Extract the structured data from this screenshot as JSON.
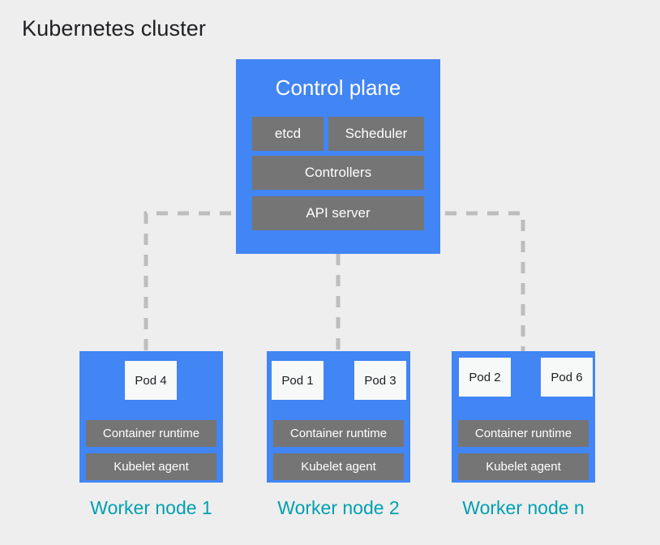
{
  "page": {
    "title": "Kubernetes cluster",
    "background_color": "#eeeeee",
    "accent_blue": "#4285f4",
    "component_gray": "#757575",
    "label_teal": "#00a0b0",
    "pod_white": "#f7f8f8",
    "connector_gray": "#bdbdbd"
  },
  "control_plane": {
    "title": "Control plane",
    "components": [
      {
        "id": "etcd",
        "label": "etcd"
      },
      {
        "id": "scheduler",
        "label": "Scheduler"
      },
      {
        "id": "controllers",
        "label": "Controllers"
      },
      {
        "id": "api_server",
        "label": "API server"
      }
    ]
  },
  "worker_nodes": [
    {
      "id": "node-1",
      "label": "Worker node 1",
      "pods": [
        {
          "label": "Pod 4"
        }
      ],
      "runtime_label": "Container runtime",
      "kubelet_label": "Kubelet agent"
    },
    {
      "id": "node-2",
      "label": "Worker node 2",
      "pods": [
        {
          "label": "Pod 1"
        },
        {
          "label": "Pod 3"
        }
      ],
      "runtime_label": "Container runtime",
      "kubelet_label": "Kubelet agent"
    },
    {
      "id": "node-n",
      "label": "Worker node n",
      "pods": [
        {
          "label": "Pod 2"
        },
        {
          "label": "Pod 6"
        }
      ],
      "runtime_label": "Container runtime",
      "kubelet_label": "Kubelet agent"
    }
  ],
  "connectors": {
    "style": "dashed",
    "color": "#bdbdbd",
    "from": "api_server",
    "to": [
      "node-1",
      "node-2",
      "node-n"
    ]
  }
}
